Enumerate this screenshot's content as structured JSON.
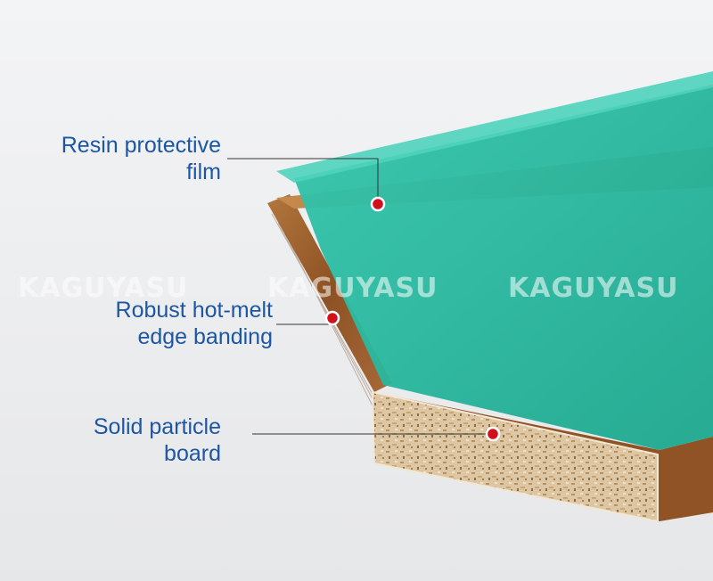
{
  "callouts": [
    {
      "id": "resin",
      "line1": "Resin protective",
      "line2": "film"
    },
    {
      "id": "edge",
      "line1": "Robust hot-melt",
      "line2": "edge banding"
    },
    {
      "id": "board",
      "line1": "Solid particle",
      "line2": "board"
    }
  ],
  "watermark": "KAGUYASU",
  "colors": {
    "background": "#ecedef",
    "label_text": "#1d56a3",
    "resin_film": "#2bbba3",
    "wood_edge": "#9a5d2c",
    "particle_core": "#d9c3a0",
    "marker": "#d0111b"
  }
}
